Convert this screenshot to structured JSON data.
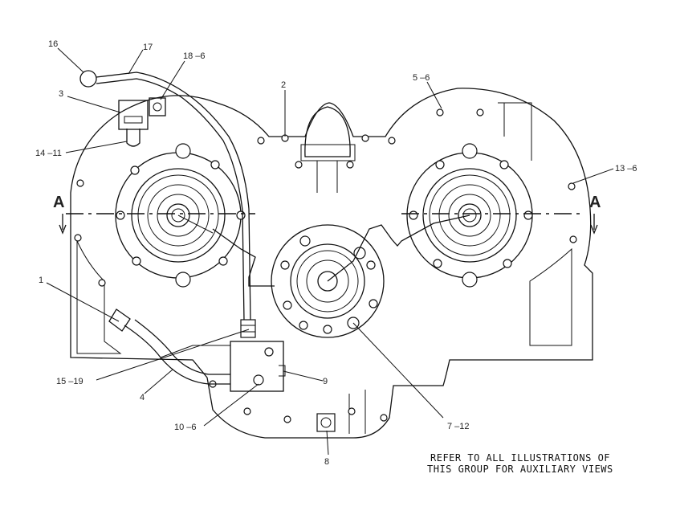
{
  "section_marks": {
    "left": "A",
    "right": "A"
  },
  "callouts": {
    "c16": "16",
    "c17": "17",
    "c18": "18 –6",
    "c3": "3",
    "c2": "2",
    "c5": "5 –6",
    "c13": "13 –6",
    "c14": "14 –11",
    "c1": "1",
    "c15": "15 –19",
    "c4": "4",
    "c9": "9",
    "c10": "10 –6",
    "c7": "7 –12",
    "c8": "8"
  },
  "note": {
    "line1": "REFER TO ALL ILLUSTRATIONS OF",
    "line2": "THIS GROUP FOR AUXILIARY VIEWS"
  }
}
